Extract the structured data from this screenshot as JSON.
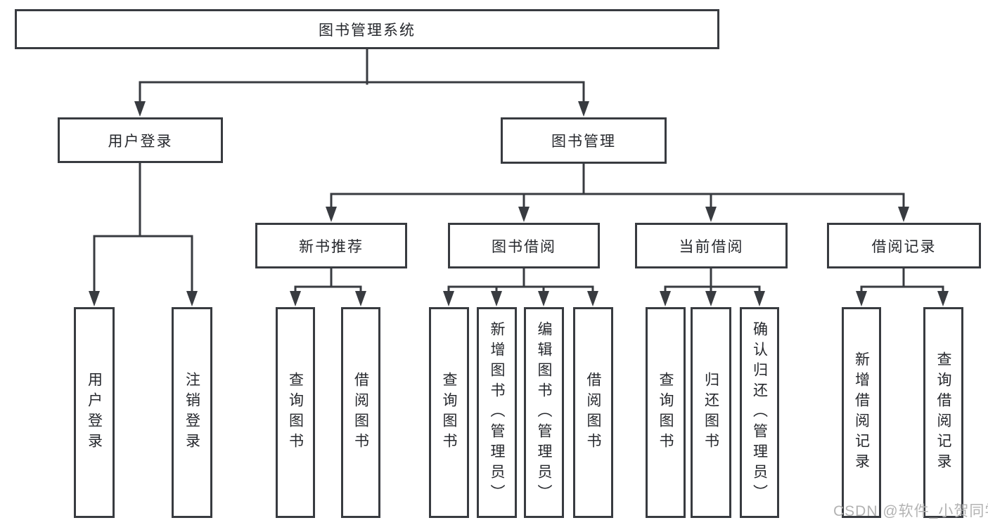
{
  "diagram": {
    "type": "tree",
    "root": "图书管理系统",
    "children": [
      {
        "label": "用户登录",
        "children": [
          {
            "label": "用户登录"
          },
          {
            "label": "注销登录"
          }
        ]
      },
      {
        "label": "图书管理",
        "children": [
          {
            "label": "新书推荐",
            "children": [
              {
                "label": "查询图书"
              },
              {
                "label": "借阅图书"
              }
            ]
          },
          {
            "label": "图书借阅",
            "children": [
              {
                "label": "查询图书"
              },
              {
                "label": "新增图书（管理员）"
              },
              {
                "label": "编辑图书（管理员）"
              },
              {
                "label": "借阅图书"
              }
            ]
          },
          {
            "label": "当前借阅",
            "children": [
              {
                "label": "查询图书"
              },
              {
                "label": "归还图书"
              },
              {
                "label": "确认归还（管理员）"
              }
            ]
          },
          {
            "label": "借阅记录",
            "children": [
              {
                "label": "新增借阅记录"
              },
              {
                "label": "查询借阅记录"
              }
            ]
          }
        ]
      }
    ]
  },
  "watermark": "CSDN @软件_小贺同学",
  "colors": {
    "line": "#383b40",
    "text": "#26282d",
    "watermark": "#b3b3b3",
    "background": "#ffffff"
  }
}
